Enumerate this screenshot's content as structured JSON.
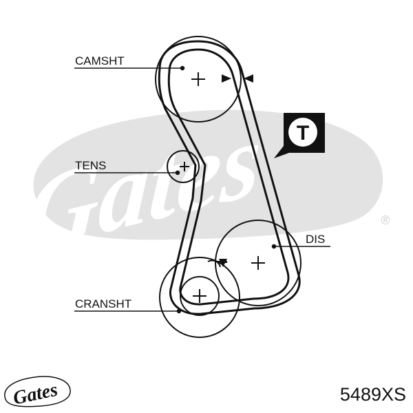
{
  "colors": {
    "ink": "#111111",
    "watermark": "#e3e3e3",
    "badge_bg": "#111111",
    "badge_fg": "#ffffff"
  },
  "labels": {
    "camshaft": "CAMSHT",
    "tensioner": "TENS",
    "distributor": "DIS",
    "crankshaft": "CRANSHT"
  },
  "badge": {
    "letter": "T"
  },
  "watermark": {
    "brand": "Gates",
    "registered": "®"
  },
  "footer": {
    "logo": "Gates",
    "part_number": "5489XS"
  }
}
